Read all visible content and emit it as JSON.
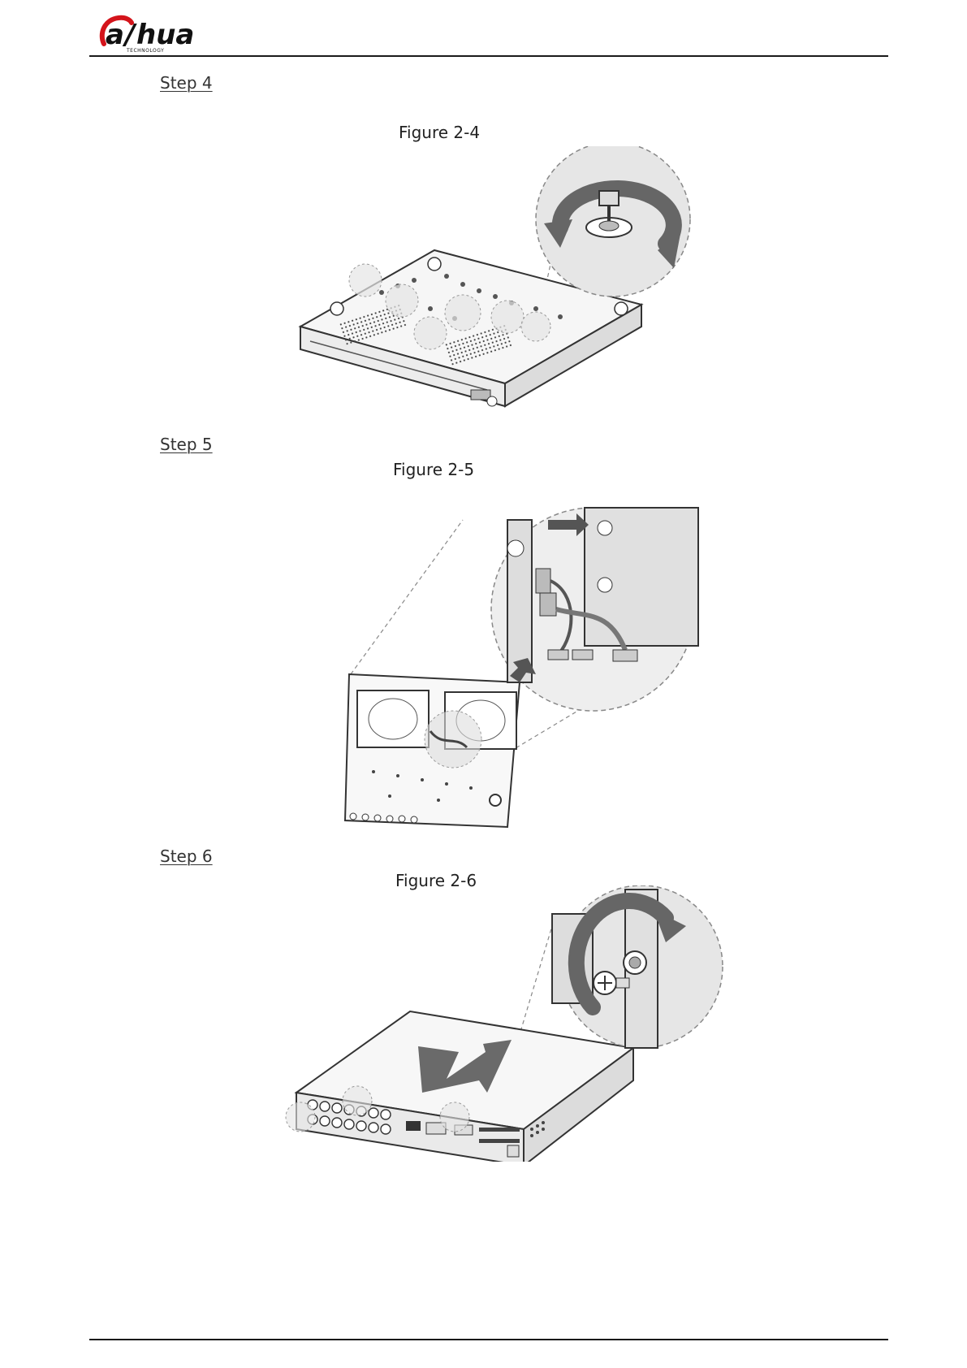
{
  "header": {
    "logo_text": "alhua",
    "logo_sub": "TECHNOLOGY"
  },
  "steps": [
    {
      "label": "Step 4",
      "figure": "Figure 2-4"
    },
    {
      "label": "Step 5",
      "figure": "Figure 2-5"
    },
    {
      "label": "Step 6",
      "figure": "Figure 2-6"
    }
  ]
}
